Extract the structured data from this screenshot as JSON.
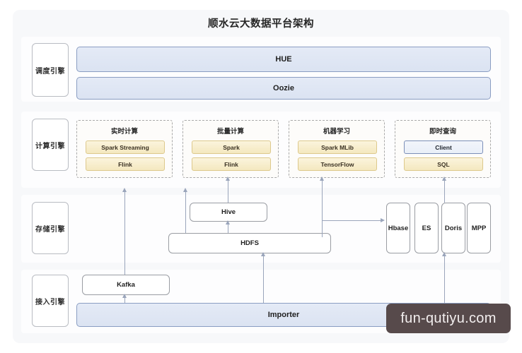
{
  "title": "顺水云大数据平台架构",
  "layers": [
    {
      "id": "schedule",
      "label": "调度引擎"
    },
    {
      "id": "compute",
      "label": "计算引擎"
    },
    {
      "id": "storage",
      "label": "存储引擎"
    },
    {
      "id": "access",
      "label": "接入引擎"
    }
  ],
  "schedule": {
    "bars": [
      {
        "label": "HUE"
      },
      {
        "label": "Oozie"
      }
    ]
  },
  "compute": {
    "groups": [
      {
        "title": "实时计算",
        "items": [
          {
            "label": "Spark Streaming",
            "style": "yellow"
          },
          {
            "label": "Flink",
            "style": "yellow"
          }
        ]
      },
      {
        "title": "批量计算",
        "items": [
          {
            "label": "Spark",
            "style": "yellow"
          },
          {
            "label": "Flink",
            "style": "yellow"
          }
        ]
      },
      {
        "title": "机器学习",
        "items": [
          {
            "label": "Spark MLib",
            "style": "yellow"
          },
          {
            "label": "TensorFlow",
            "style": "yellow"
          }
        ]
      },
      {
        "title": "即时查询",
        "items": [
          {
            "label": "Client",
            "style": "blue"
          },
          {
            "label": "SQL",
            "style": "yellow"
          }
        ]
      }
    ]
  },
  "storage": {
    "hive": "Hive",
    "hdfs": "HDFS",
    "columns": [
      {
        "label": "Hbase"
      },
      {
        "label": "ES"
      },
      {
        "label": "Doris"
      },
      {
        "label": "MPP"
      }
    ]
  },
  "access": {
    "kafka": "Kafka",
    "importer": "Importer"
  },
  "watermark": {
    "text": "fun-qutiyu.com"
  },
  "colors": {
    "page_background": "#ffffff",
    "card_background": "#f7f8fa",
    "band_background": "#fdfdfe",
    "blue_bar_fill": "#e0e7f4",
    "blue_bar_border": "#8a9dc2",
    "chip_yellow_fill": "#f7eecd",
    "chip_yellow_border": "#ddc98c",
    "chip_blue_border": "#7b8fb8",
    "box_border": "#9a9da3",
    "dashed_border": "#a9a9a9",
    "arrow": "#9aa5bb",
    "watermark_background": "#574a4b",
    "text": "#262626"
  }
}
